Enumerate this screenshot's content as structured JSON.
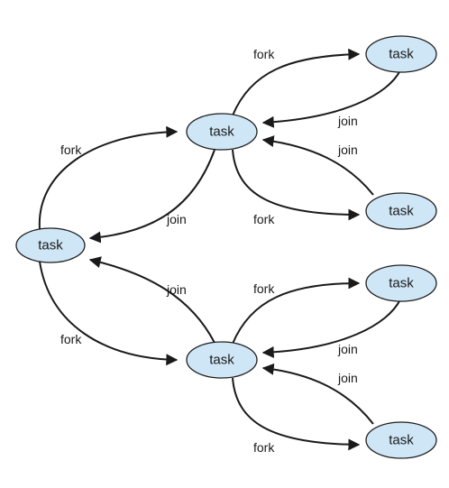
{
  "nodes": {
    "root": "task",
    "mid_top": "task",
    "mid_bottom": "task",
    "leaf_1": "task",
    "leaf_2": "task",
    "leaf_3": "task",
    "leaf_4": "task"
  },
  "edge_labels": {
    "fork": "fork",
    "join": "join"
  },
  "colors": {
    "node_fill": "#cfe6f6",
    "stroke": "#1f1f1f",
    "text": "#1a1a1a"
  }
}
